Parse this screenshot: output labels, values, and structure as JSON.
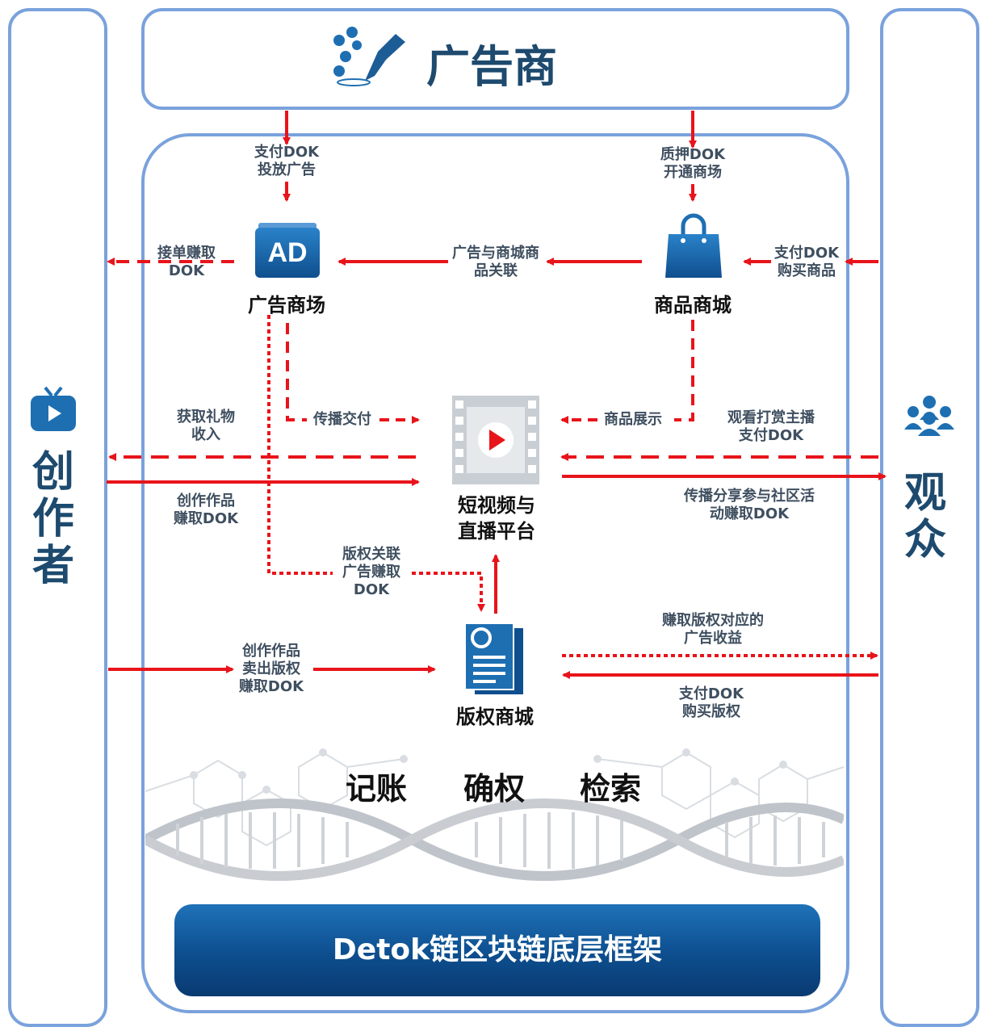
{
  "colors": {
    "frame": "#7aa2dc",
    "arrow": "#e8141b",
    "navy": "#1d4a6e",
    "label": "#3f4f60",
    "base": "#0d4e8e"
  },
  "advertiser": {
    "title": "广告商",
    "icon": "coin-hand-icon"
  },
  "creator": {
    "title": "创\n作\n者",
    "icon": "tv-icon"
  },
  "audience": {
    "title": "观\n众",
    "icon": "people-icon"
  },
  "nodes": {
    "ad_mall": {
      "label": "广告商场",
      "icon_text": "AD"
    },
    "goods_mall": {
      "label": "商品商城",
      "icon": "shopping-bag-icon"
    },
    "platform": {
      "label": "短视频与\n直播平台",
      "icon": "film-play-icon"
    },
    "copyright_mall": {
      "label": "版权商城",
      "icon": "document-icon"
    }
  },
  "edge_labels": {
    "pay_ad": "支付DOK\n投放广告",
    "pledge": "质押DOK\n开通商场",
    "take_order": "接单赚取\nDOK",
    "ad_goods_link": "广告与商城商\n品关联",
    "pay_buy_goods": "支付DOK\n购买商品",
    "spread_delivery": "传播交付",
    "goods_display": "商品展示",
    "gift_income": "获取礼物\n收入",
    "watch_tip": "观看打赏主播\n支付DOK",
    "create_earn": "创作作品\n赚取DOK",
    "share_earn": "传播分享参与社区活\n动赚取DOK",
    "copyright_link": "版权关联\n广告赚取\nDOK",
    "earn_ad_income": "赚取版权对应的\n广告收益",
    "sell_copyright": "创作作品\n卖出版权\n赚取DOK",
    "pay_copyright": "支付DOK\n购买版权"
  },
  "chain_functions": [
    "记账",
    "确权",
    "检索"
  ],
  "base_layer": "Detok链区块链底层框架"
}
